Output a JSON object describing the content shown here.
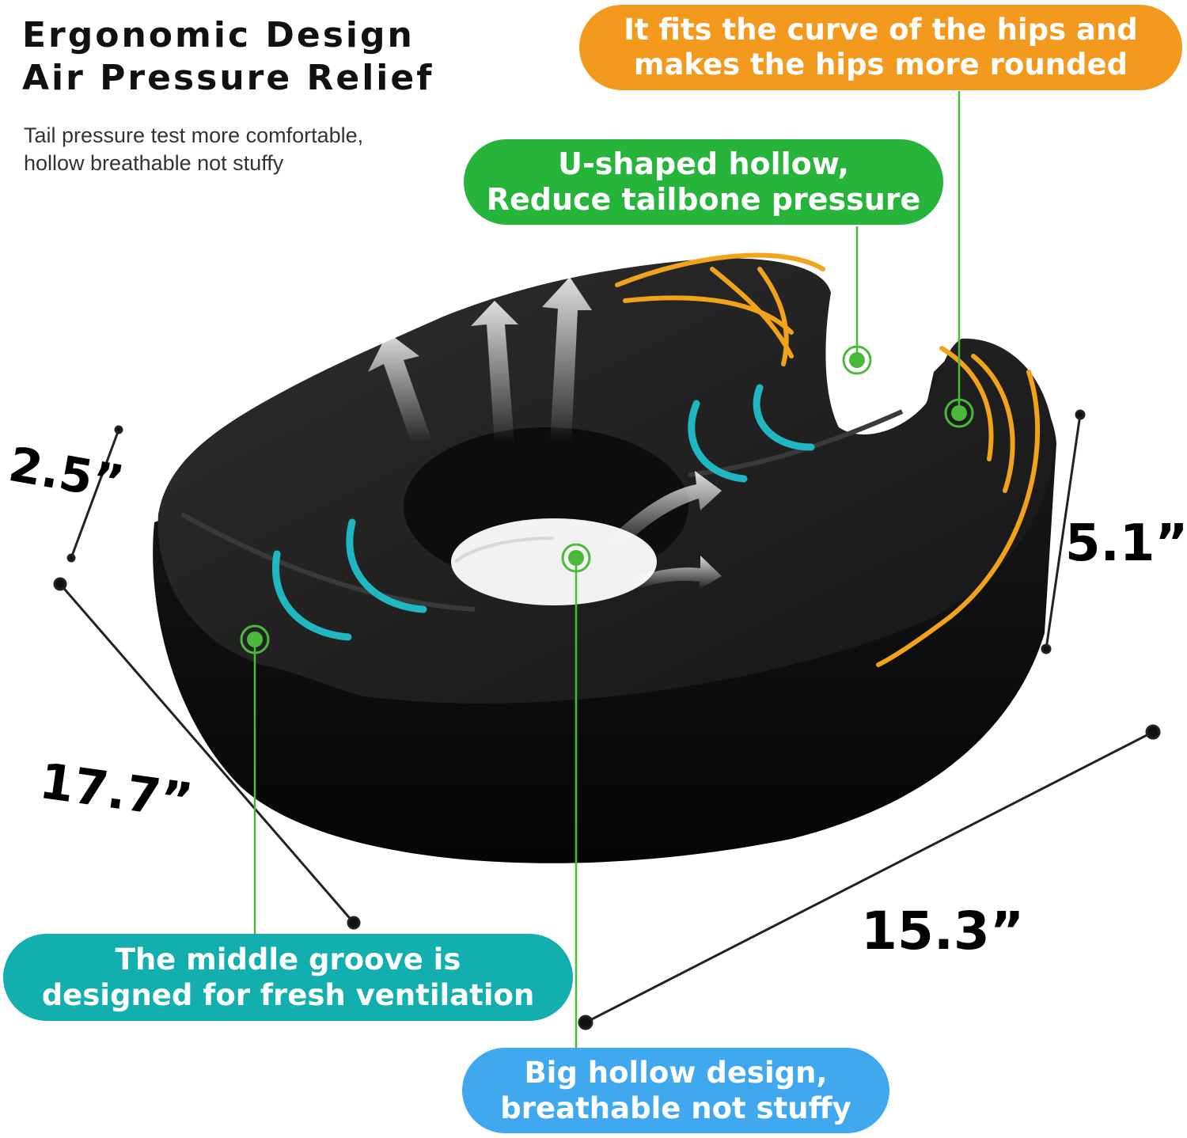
{
  "heading": {
    "line1": "Ergonomic Design",
    "line2": "Air Pressure Relief"
  },
  "subtext": {
    "line1": "Tail pressure test more comfortable,",
    "line2": "hollow breathable not stuffy"
  },
  "callouts": {
    "hips": {
      "line1": "It fits the curve of the hips and",
      "line2": "makes the hips more rounded",
      "color": "#F39A1E"
    },
    "u_shaped": {
      "line1": "U-shaped hollow,",
      "line2": "Reduce tailbone pressure",
      "color": "#27B43A"
    },
    "groove": {
      "line1": "The middle groove is",
      "line2": "designed for fresh ventilation",
      "color": "#13AFAE"
    },
    "big_hollow": {
      "line1": "Big hollow design,",
      "line2": "breathable not stuffy",
      "color": "#3FA8EE"
    }
  },
  "dimensions": {
    "height": "2.5”",
    "length": "17.7”",
    "width": "15.3”",
    "side": "5.1”"
  },
  "colors": {
    "cushion": "#121212",
    "accent_orange": "#F2A21B",
    "accent_teal": "#1FB7C2",
    "marker_green": "#4BB93A"
  }
}
